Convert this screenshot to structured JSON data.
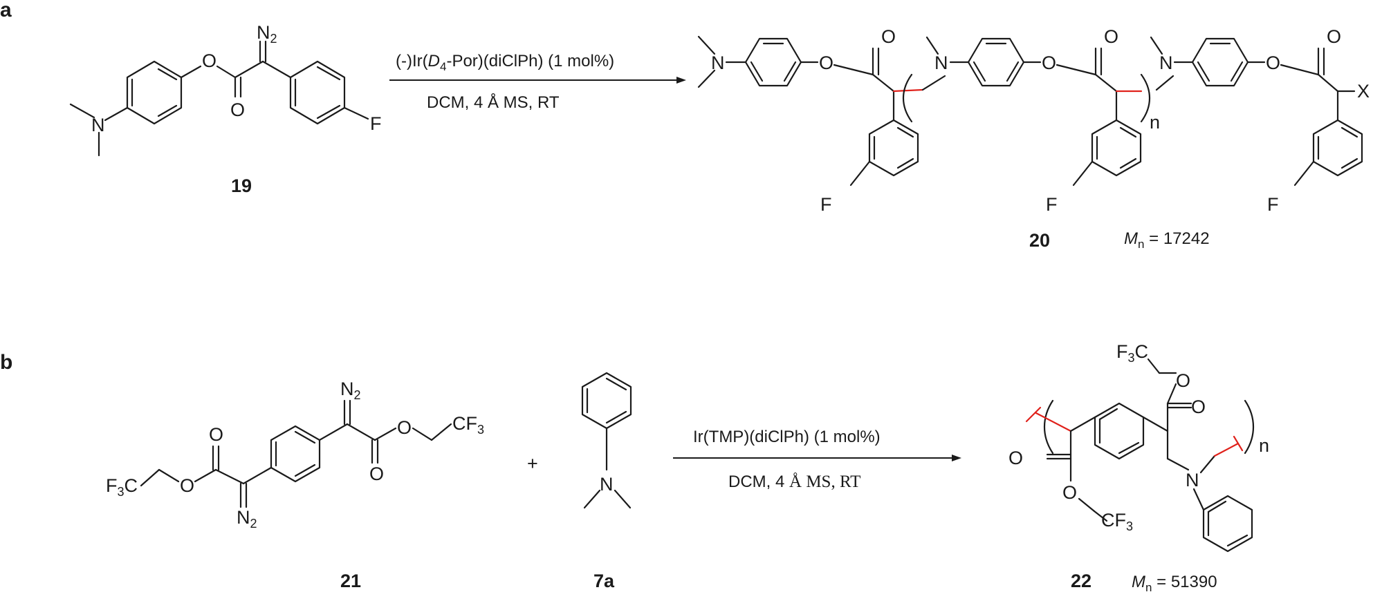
{
  "panels": {
    "a": "a",
    "b": "b"
  },
  "compounds": {
    "c19": "19",
    "c20": "20",
    "c21": "21",
    "c7a": "7a",
    "c22": "22"
  },
  "reaction_a": {
    "catalyst_prefix": "(-)Ir(",
    "catalyst_d": "D",
    "catalyst_d_sub": "4",
    "catalyst_suffix": "-Por)(diClPh)  (1 mol%)",
    "conditions": "DCM, 4 Å MS, RT"
  },
  "reaction_b": {
    "catalyst": "Ir(TMP)(diClPh) (1 mol%)",
    "conditions_prefix": "DCM, 4 ",
    "conditions_serif": "Å MS, RT"
  },
  "mn_a": {
    "symbol": "M",
    "sub": "n",
    "value": " = 17242"
  },
  "mn_b": {
    "symbol": "M",
    "sub": "n",
    "value": " = 51390"
  },
  "plus": "+",
  "atoms": {
    "N": "N",
    "O": "O",
    "F": "F",
    "X": "X",
    "n": "n",
    "N2_main": "N",
    "N2_sub": "2",
    "F3C_f": "F",
    "F3C_3": "3",
    "F3C_c": "C",
    "CF3_c": "CF",
    "CF3_3": "3"
  }
}
